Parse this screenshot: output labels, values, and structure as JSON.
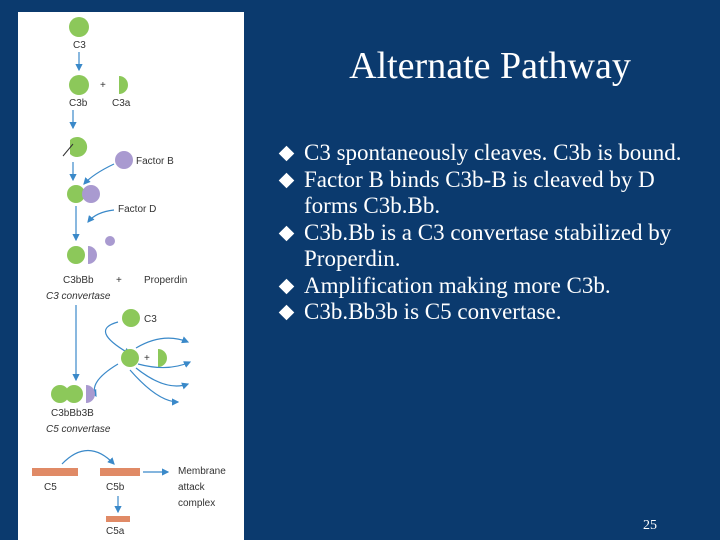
{
  "slide": {
    "title": "Alternate  Pathway",
    "bullets": [
      "C3 spontaneously cleaves.   C3b is bound.",
      "Factor B binds C3b-B is cleaved by D forms C3b.Bb.",
      "C3b.Bb is a C3 convertase stabilized by Properdin.",
      "Amplification making more C3b.",
      "C3b.Bb3b is C5 convertase."
    ],
    "page_number": "25"
  },
  "diagram": {
    "labels": {
      "c3_top": "C3",
      "plus1": "+",
      "c3b": "C3b",
      "c3a": "C3a",
      "factor_b": "Factor B",
      "factor_d": "Factor D",
      "c3bbb": "C3bBb",
      "plus2": "+",
      "properdin": "Properdin",
      "c3_convertase": "C3 convertase",
      "c3_mid": "C3",
      "plus3": "+",
      "c3bbb3b": "C3bBb3B",
      "c5_convertase": "C5 convertase",
      "c5": "C5",
      "c5b": "C5b",
      "membrane": "Membrane",
      "attack": "attack",
      "complex": "complex",
      "c5a": "C5a"
    },
    "colors": {
      "green": "#8cc85a",
      "purple": "#a99ad0",
      "salmon": "#e08a66",
      "arrow": "#3a89c9"
    }
  }
}
